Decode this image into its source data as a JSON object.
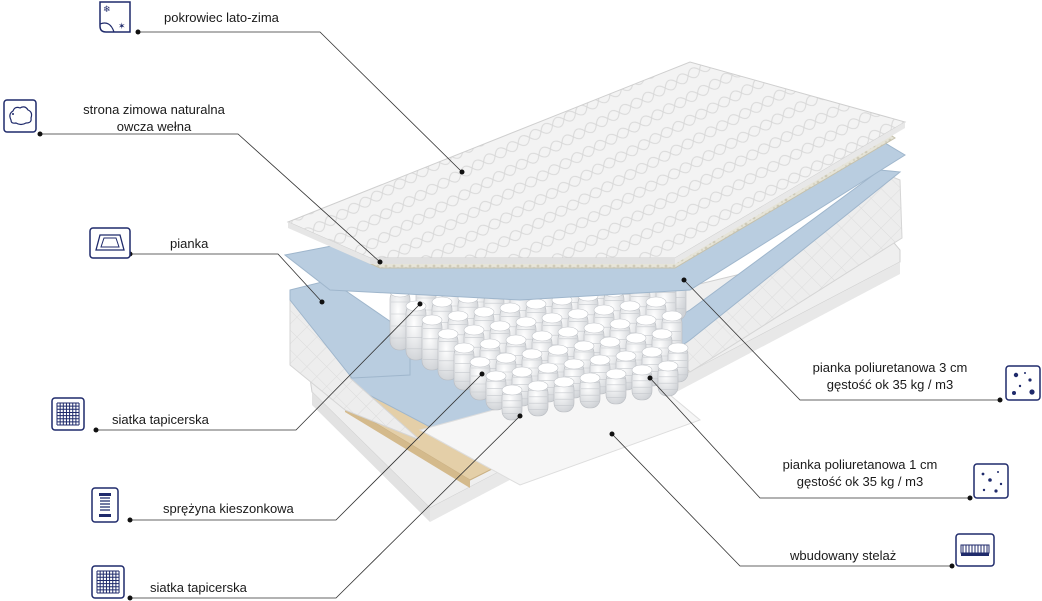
{
  "labels": {
    "cover": "pokrowiec lato-zima",
    "wool_line1": "strona zimowa naturalna",
    "wool_line2": "owcza wełna",
    "foam": "pianka",
    "mesh_top": "siatka tapicerska",
    "spring": "sprężyna kieszonkowa",
    "mesh_bottom": "siatka tapicerska",
    "pu3_line1": "pianka poliuretanowa 3 cm",
    "pu3_line2": "gęstość ok 35 kg / m3",
    "pu1_line1": "pianka poliuretanowa 1 cm",
    "pu1_line2": "gęstość ok 35 kg / m3",
    "frame": "wbudowany stelaż"
  },
  "icons": {
    "cover": "snowflake-sun-icon",
    "wool": "sheep-icon",
    "foam": "foam-tray-icon",
    "mesh_top": "grid-mesh-icon",
    "spring": "spring-icon",
    "mesh_bottom": "grid-mesh-icon",
    "pu3": "dots-foam-icon",
    "pu1": "dots-foam-small-icon",
    "frame": "frame-bar-icon"
  },
  "colors": {
    "icon_stroke": "#1f2a6b",
    "line": "#333333",
    "blue_foam": "#b9cde0",
    "wood": "#e4cfa8",
    "cover": "#f4f4f4"
  }
}
